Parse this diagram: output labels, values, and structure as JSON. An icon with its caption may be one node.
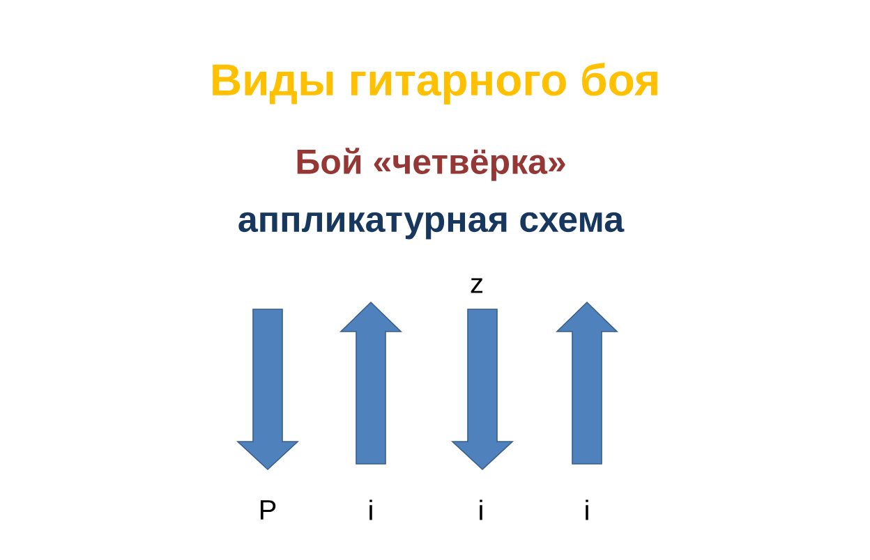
{
  "diagram": {
    "title": "Виды гитарного боя",
    "labels": [
      "Бой «четвёрка»",
      "аппликатурная схема",
      "z",
      "P",
      "i",
      "i",
      "i"
    ]
  }
}
